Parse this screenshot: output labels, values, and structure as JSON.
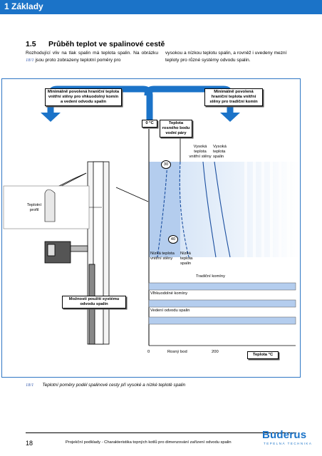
{
  "header": {
    "title": "1 Základy",
    "bar_color": "#1b73c8"
  },
  "section": {
    "number": "1.5",
    "title": "Průběh teplot ve spalinové cestě"
  },
  "intro": {
    "left_before": "Rozhodující vliv na tlak spalin má teplota spalin. Na obrázku ",
    "left_ref": "18/1",
    "left_after": " jsou proto zobrazeny teplotní poměry pro",
    "right": "vysokou a nízkou teplotu spalin, a rovněž i uvedeny mezní teploty pro různé systémy odvodu spalin."
  },
  "figure": {
    "box_min_wall_high_eff": "Minimálně povolená hraniční teplota vnitřní stěny pro vhkuodolný komín a vedení odvodu spalin",
    "box_min_wall_traditional": "Minimálně povolená hraniční teplota vnitřní stěny pro tradiční komín",
    "zero_label": "0 °C",
    "dewpoint_box": "Teplota rosného bodu vodní páry",
    "high_wall_temp": "Vysoká teplota vnitřní stěny",
    "high_flue_temp": "Vysoká teplota spalin",
    "marker_30": "30",
    "marker_40": "40",
    "temp_profile": "Teplotní profil",
    "low_wall_temp": "Nízká teplota vnitřní stěny",
    "low_flue_temp": "Nízká teplota spalin",
    "systems_box": "Možnosti použití systému odvodu spalin",
    "system_traditional": "Tradiční komíny",
    "system_moisture": "Vlhkuodolné komíny",
    "system_flue_duct": "Vedení odvodu spalin",
    "axis_0": "0",
    "axis_dewpoint": "Rosný bod",
    "axis_200": "200",
    "axis_label": "Teplota °C",
    "accent_color": "#2f77c4",
    "shade_color": "#b4cdee"
  },
  "caption": {
    "number": "18/1",
    "text": "Teplotní poměry podél spalinové cesty při vysoké a nízké teplotě spalin"
  },
  "footer": {
    "page_number": "18",
    "text": "Projekční podklady - Charakteristika topných kotlů pro dimenzování zařízení odvodu spalin",
    "logo": "Buderus",
    "logo_sub": "TEPELNÁ TECHNIKA"
  }
}
